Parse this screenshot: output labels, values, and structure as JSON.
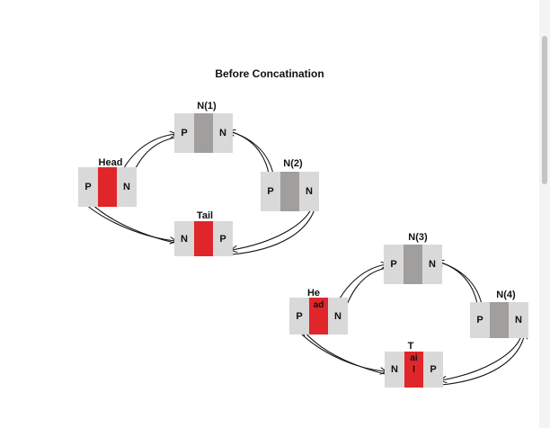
{
  "title": "Before Concatination",
  "labels": {
    "n1": "N(1)",
    "n2": "N(2)",
    "head1": "Head",
    "tail1": "Tail",
    "n3": "N(3)",
    "n4": "N(4)",
    "head2": "He\nad",
    "tail2_top": "T",
    "tail2_mid": "ai\nl"
  },
  "cell_letters": {
    "prev": "P",
    "next": "N"
  },
  "colors": {
    "cell": "#d9d9d9",
    "middle_node": "#a19e9e",
    "head_tail": "#e0262a"
  }
}
